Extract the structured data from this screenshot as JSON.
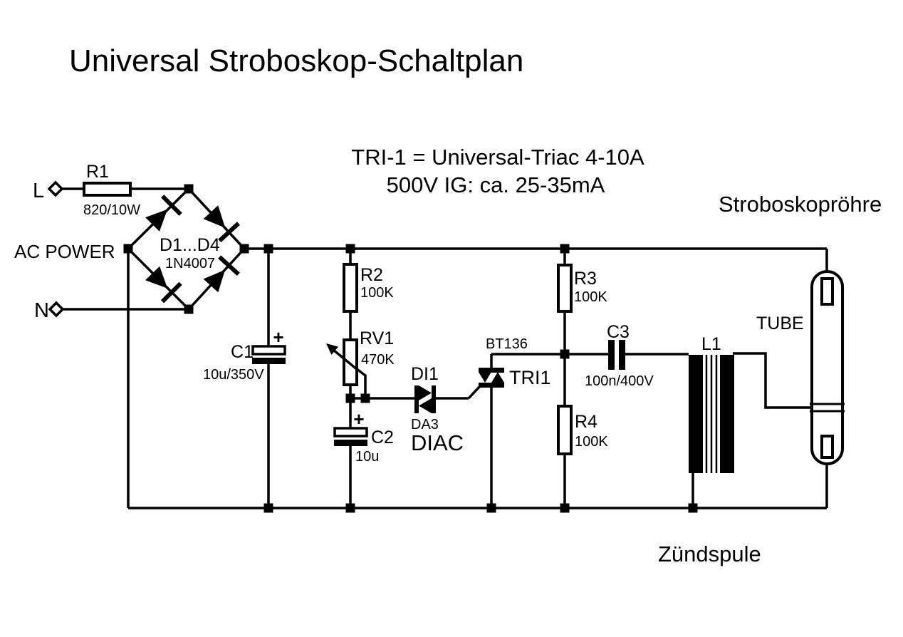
{
  "title": "Universal Stroboskop-Schaltplan",
  "note": {
    "line1": "TRI-1 = Universal-Triac 4-10A",
    "line2": "500V IG: ca. 25-35mA"
  },
  "power": {
    "live": "L",
    "neutral": "N",
    "label": "AC POWER"
  },
  "components": {
    "r1": {
      "name": "R1",
      "value": "820/10W"
    },
    "bridge": {
      "name": "D1...D4",
      "part": "1N4007"
    },
    "c1": {
      "name": "C1",
      "value": "10u/350V",
      "polarity": "+"
    },
    "r2": {
      "name": "R2",
      "value": "100K"
    },
    "rv1": {
      "name": "RV1",
      "value": "470K"
    },
    "c2": {
      "name": "C2",
      "value": "10u",
      "polarity": "+"
    },
    "di1": {
      "name": "DI1",
      "part": "DA3",
      "type": "DIAC"
    },
    "tri1": {
      "name": "TRI1",
      "part": "BT136"
    },
    "r3": {
      "name": "R3",
      "value": "100K"
    },
    "r4": {
      "name": "R4",
      "value": "100K"
    },
    "c3": {
      "name": "C3",
      "value": "100n/400V"
    },
    "l1": {
      "name": "L1",
      "caption": "Zündspule"
    },
    "tube": {
      "name": "TUBE",
      "caption": "Stroboskopröhre"
    }
  },
  "colors": {
    "ink": "#000000",
    "background": "#ffffff"
  }
}
